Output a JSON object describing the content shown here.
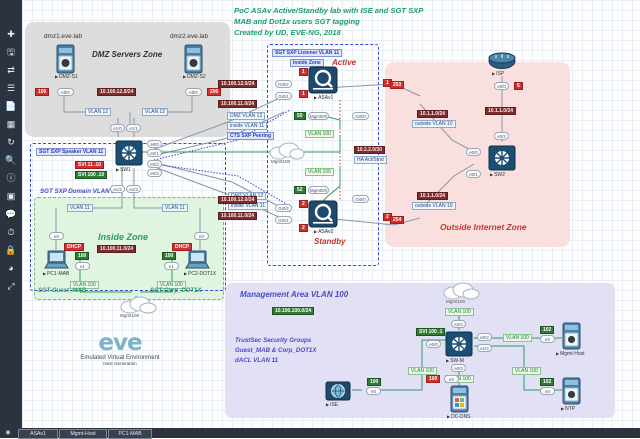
{
  "title_note": {
    "line1": "PoC ASAv  Active/Standby lab with ISE and SGT SXP",
    "line2": "MAB and Dot1x users SGT tagging",
    "line3": "Created by UD, EVE-NG, 2018"
  },
  "zones": {
    "dmz": {
      "name": "DMZ Servers Zone",
      "network": "10.100.12.0/24",
      "vlan_left": "VLAN 12",
      "vlan_right": "VLAN 12"
    },
    "inside": {
      "name": "Inside Zone",
      "network": "10.100.11.0/24",
      "vlan_left": "VLAN 11",
      "vlan_right": "VLAN 11"
    },
    "outside": {
      "name": "Outside Internet Zone",
      "net_top": "10.1.1.0/24",
      "net_mid": "10.1.1.0/24",
      "net_bottom": "10.1.1.0/24",
      "vlan_top": "outside VLAN 10",
      "vlan_bottom": "outside VLAN 10"
    },
    "mgmt": {
      "name": "Management Area VLAN 100",
      "network": "10.100.100.0/24"
    }
  },
  "annotations": {
    "sxp_listener": "SGT SXP Listener VLAN 11",
    "inside_zone_tag": "Inside Zone",
    "sxp_speaker": "SGT SXP Speaker VLAN 11",
    "sxp_domain": "SGT SXP Domain VLAN 11",
    "svi11": "SVI 11  .10",
    "svi100": "SVI 100  .10",
    "svi100_mgmt": "SVI 100 .1",
    "active_label": "Active",
    "standby_label": "Standby",
    "dmz_vlan_peer": "DMZ VLAN 12",
    "inside_vlan_peer": "inside VLAN 11",
    "cts_sxp_peering": "CTS SXP Peering",
    "sgt_guest_mab": "SGT Guest_MAB",
    "sgt_corp_dot1x": "SGT Corp_DOT1X",
    "trustsec_l1": "TrustSec Security Groups",
    "trustsec_l2": "Guest_MAB  & Corp_DOT1X",
    "trustsec_l3": "dACL VLAN 11",
    "ha_net": "10.2.2.0/30",
    "ha_label": "HA Act/Stnd",
    "mgmt_net_asa1": "10.100.100.0/24",
    "mgmt_net_asa2": "10.100.100.0/24",
    "dmz_net_asa2": "10.100.12.0/24",
    "inside_net_asa2": "10.100.11.0/24",
    "dhcp_left": "DHCP",
    "dhcp_right": "DHCP",
    "mgmt_cloud_top": "Mgmt100",
    "mgmt_cloud_left": "Mgmt100",
    "mgmt_cloud_mid": "Mgmt100"
  },
  "nodes": [
    {
      "id": "dmz1",
      "label": "DMZ-S1",
      "host": "dmz1.eve.lab",
      "type": "server"
    },
    {
      "id": "dmz2",
      "label": "DMZ-S2",
      "host": "dmz2.eve.lab",
      "type": "server"
    },
    {
      "id": "sw1",
      "label": "SW1",
      "type": "switch"
    },
    {
      "id": "asav1",
      "label": "ASAv1",
      "type": "firewall"
    },
    {
      "id": "asav2",
      "label": "ASAv2",
      "type": "firewall"
    },
    {
      "id": "isp",
      "label": "ISP",
      "type": "router"
    },
    {
      "id": "sw2",
      "label": "SW2",
      "type": "switch"
    },
    {
      "id": "pc1",
      "label": "PC1-MAB",
      "type": "pc"
    },
    {
      "id": "pc2",
      "label": "PC2-DOT1X",
      "type": "pc"
    },
    {
      "id": "swm",
      "label": "SW-M",
      "type": "switch"
    },
    {
      "id": "ise",
      "label": "ISE",
      "type": "appliance"
    },
    {
      "id": "dcdns",
      "label": "DC-DNS",
      "type": "server"
    },
    {
      "id": "mgmthost",
      "label": "Mgmt-Host",
      "type": "server"
    },
    {
      "id": "ntp",
      "label": "NTP",
      "type": "server"
    }
  ],
  "interfaces": {
    "dmz1_e0": "eth0",
    "dmz2_e0": "eth0",
    "sw1_e00": "e0/0",
    "sw1_e01": "e0/1",
    "sw1_e02": "e0/2",
    "sw1_e03": "e0/3",
    "sw1_e10": "e1/0",
    "sw1_e11": "e1/1",
    "sw1_e12": "e1/2",
    "sw1_e13": "e1/3",
    "asa1_g02": "Gi0/2",
    "asa1_g01": "Gi0/1",
    "asa1_g00": "Gi0/0",
    "asa1_mgmt": "Mgmt0/0",
    "asa2_g02": "Gi0/2",
    "asa2_g01": "Gi0/1",
    "asa2_g00": "Gi0/0",
    "asa2_mgmt": "Mgmt0/0",
    "isp_e00": "e0/0",
    "sw2_e02": "e0/2",
    "sw2_e00": "e0/0",
    "sw2_e01": "e0/1",
    "pc1_e0": "e0",
    "pc2_e0": "e0",
    "pc1_m": "e1",
    "pc2_m": "e1",
    "swm_e22": "e2/2",
    "swm_e00": "e0/0",
    "swm_e02": "e0/2",
    "swm_e12": "e1/2",
    "swm_e03": "e0/3",
    "ise_e0": "e0",
    "dns_e0": "e0",
    "mh_e0": "e0",
    "ntp_e0": "e0"
  },
  "ip_badges": {
    "dmz1": "100",
    "dmz2": "200",
    "asa1_inside": "1",
    "asa1_dmz": "1",
    "asa1_outside": "1",
    "asa1_mgmt_badge": "50",
    "asa2_mgmt_badge": "52",
    "asa2_inside": "2",
    "asa2_dmz": "2",
    "asa2_outside": "2",
    "isp": "5",
    "ise": "100",
    "dns": "100",
    "mgmt_host": "102",
    "ntp": "102",
    "outside_a1": "253",
    "outside_a2": "254"
  },
  "mgmt_vlans": {
    "v1": "VLAN 100",
    "v2": "VLAN 100",
    "v3": "VLAN 100",
    "v4": "VLAN 100",
    "v5": "VLAN 100",
    "v6": "VLAN 100",
    "v7": "VLAN 100",
    "v8": "VLAN 100",
    "v9": "VLAN 100"
  },
  "eve_logo": {
    "wordmark": "eve",
    "sub1": "Emulated Virtual Environment",
    "sub2": "Next Generation"
  },
  "taskbar": {
    "items": [
      "ASAv1",
      "Mgmt-Host",
      "PC1-MAB"
    ]
  },
  "rail_icons": [
    "plus-icon",
    "save-icon",
    "transfer-icon",
    "list-icon",
    "book-icon",
    "grid-icon",
    "refresh-icon",
    "search-icon",
    "info-icon",
    "window-icon",
    "comment-icon",
    "clock-icon",
    "lock-icon",
    "pie-icon",
    "expand-icon"
  ],
  "colors": {
    "accent_green": "#1b9e6e",
    "zone_dmz": "#dddddd",
    "zone_inside": "#dff5df",
    "zone_outside": "#fadfdf",
    "zone_mgmt": "#e2e0f5",
    "net_badge": "#7b2d2d",
    "red": "#d32f2f",
    "blue": "#3a49cf"
  }
}
